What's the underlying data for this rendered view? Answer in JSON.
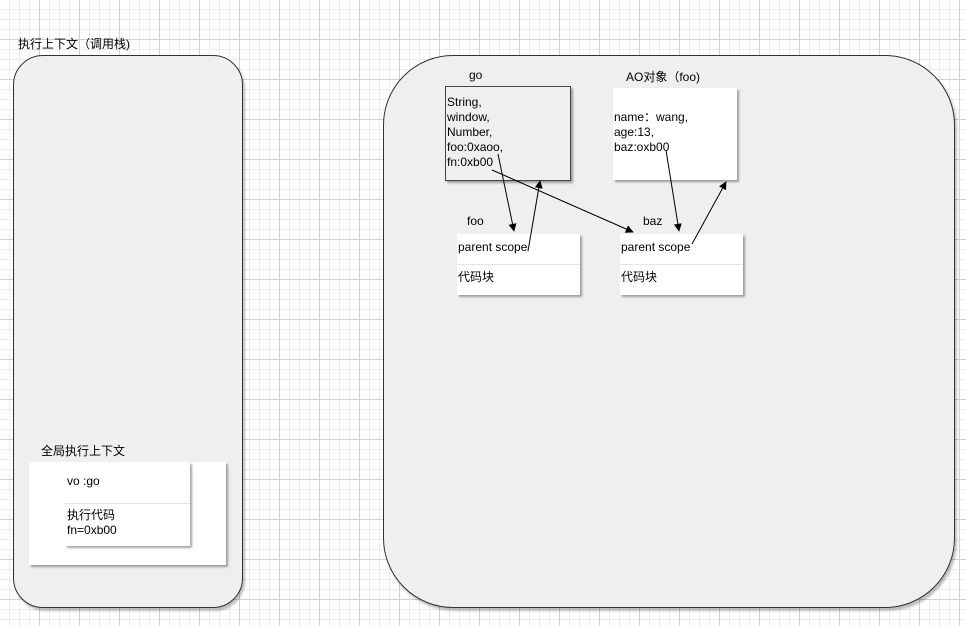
{
  "call_stack": {
    "title": "执行上下文（调用栈)",
    "global_context": {
      "title": "全局执行上下文",
      "vo": "vo :go",
      "code_lines": [
        "执行代码",
        "fn=0xb00"
      ]
    }
  },
  "heap": {
    "go": {
      "title": "go",
      "lines": [
        "String,",
        "window,",
        "Number,",
        "foo:0xaoo,",
        "fn:0xb00"
      ]
    },
    "ao": {
      "title": "AO对象（foo)",
      "lines": [
        "name：wang,",
        "age:13,",
        "baz:oxb00"
      ]
    },
    "foo": {
      "title": "foo",
      "scope": "parent scope",
      "code": "代码块"
    },
    "baz": {
      "title": "baz",
      "scope": "parent scope",
      "code": "代码块"
    }
  },
  "colors": {
    "container_fill": "#efefef",
    "stroke": "#000000",
    "grid": "#d0d0d0"
  }
}
